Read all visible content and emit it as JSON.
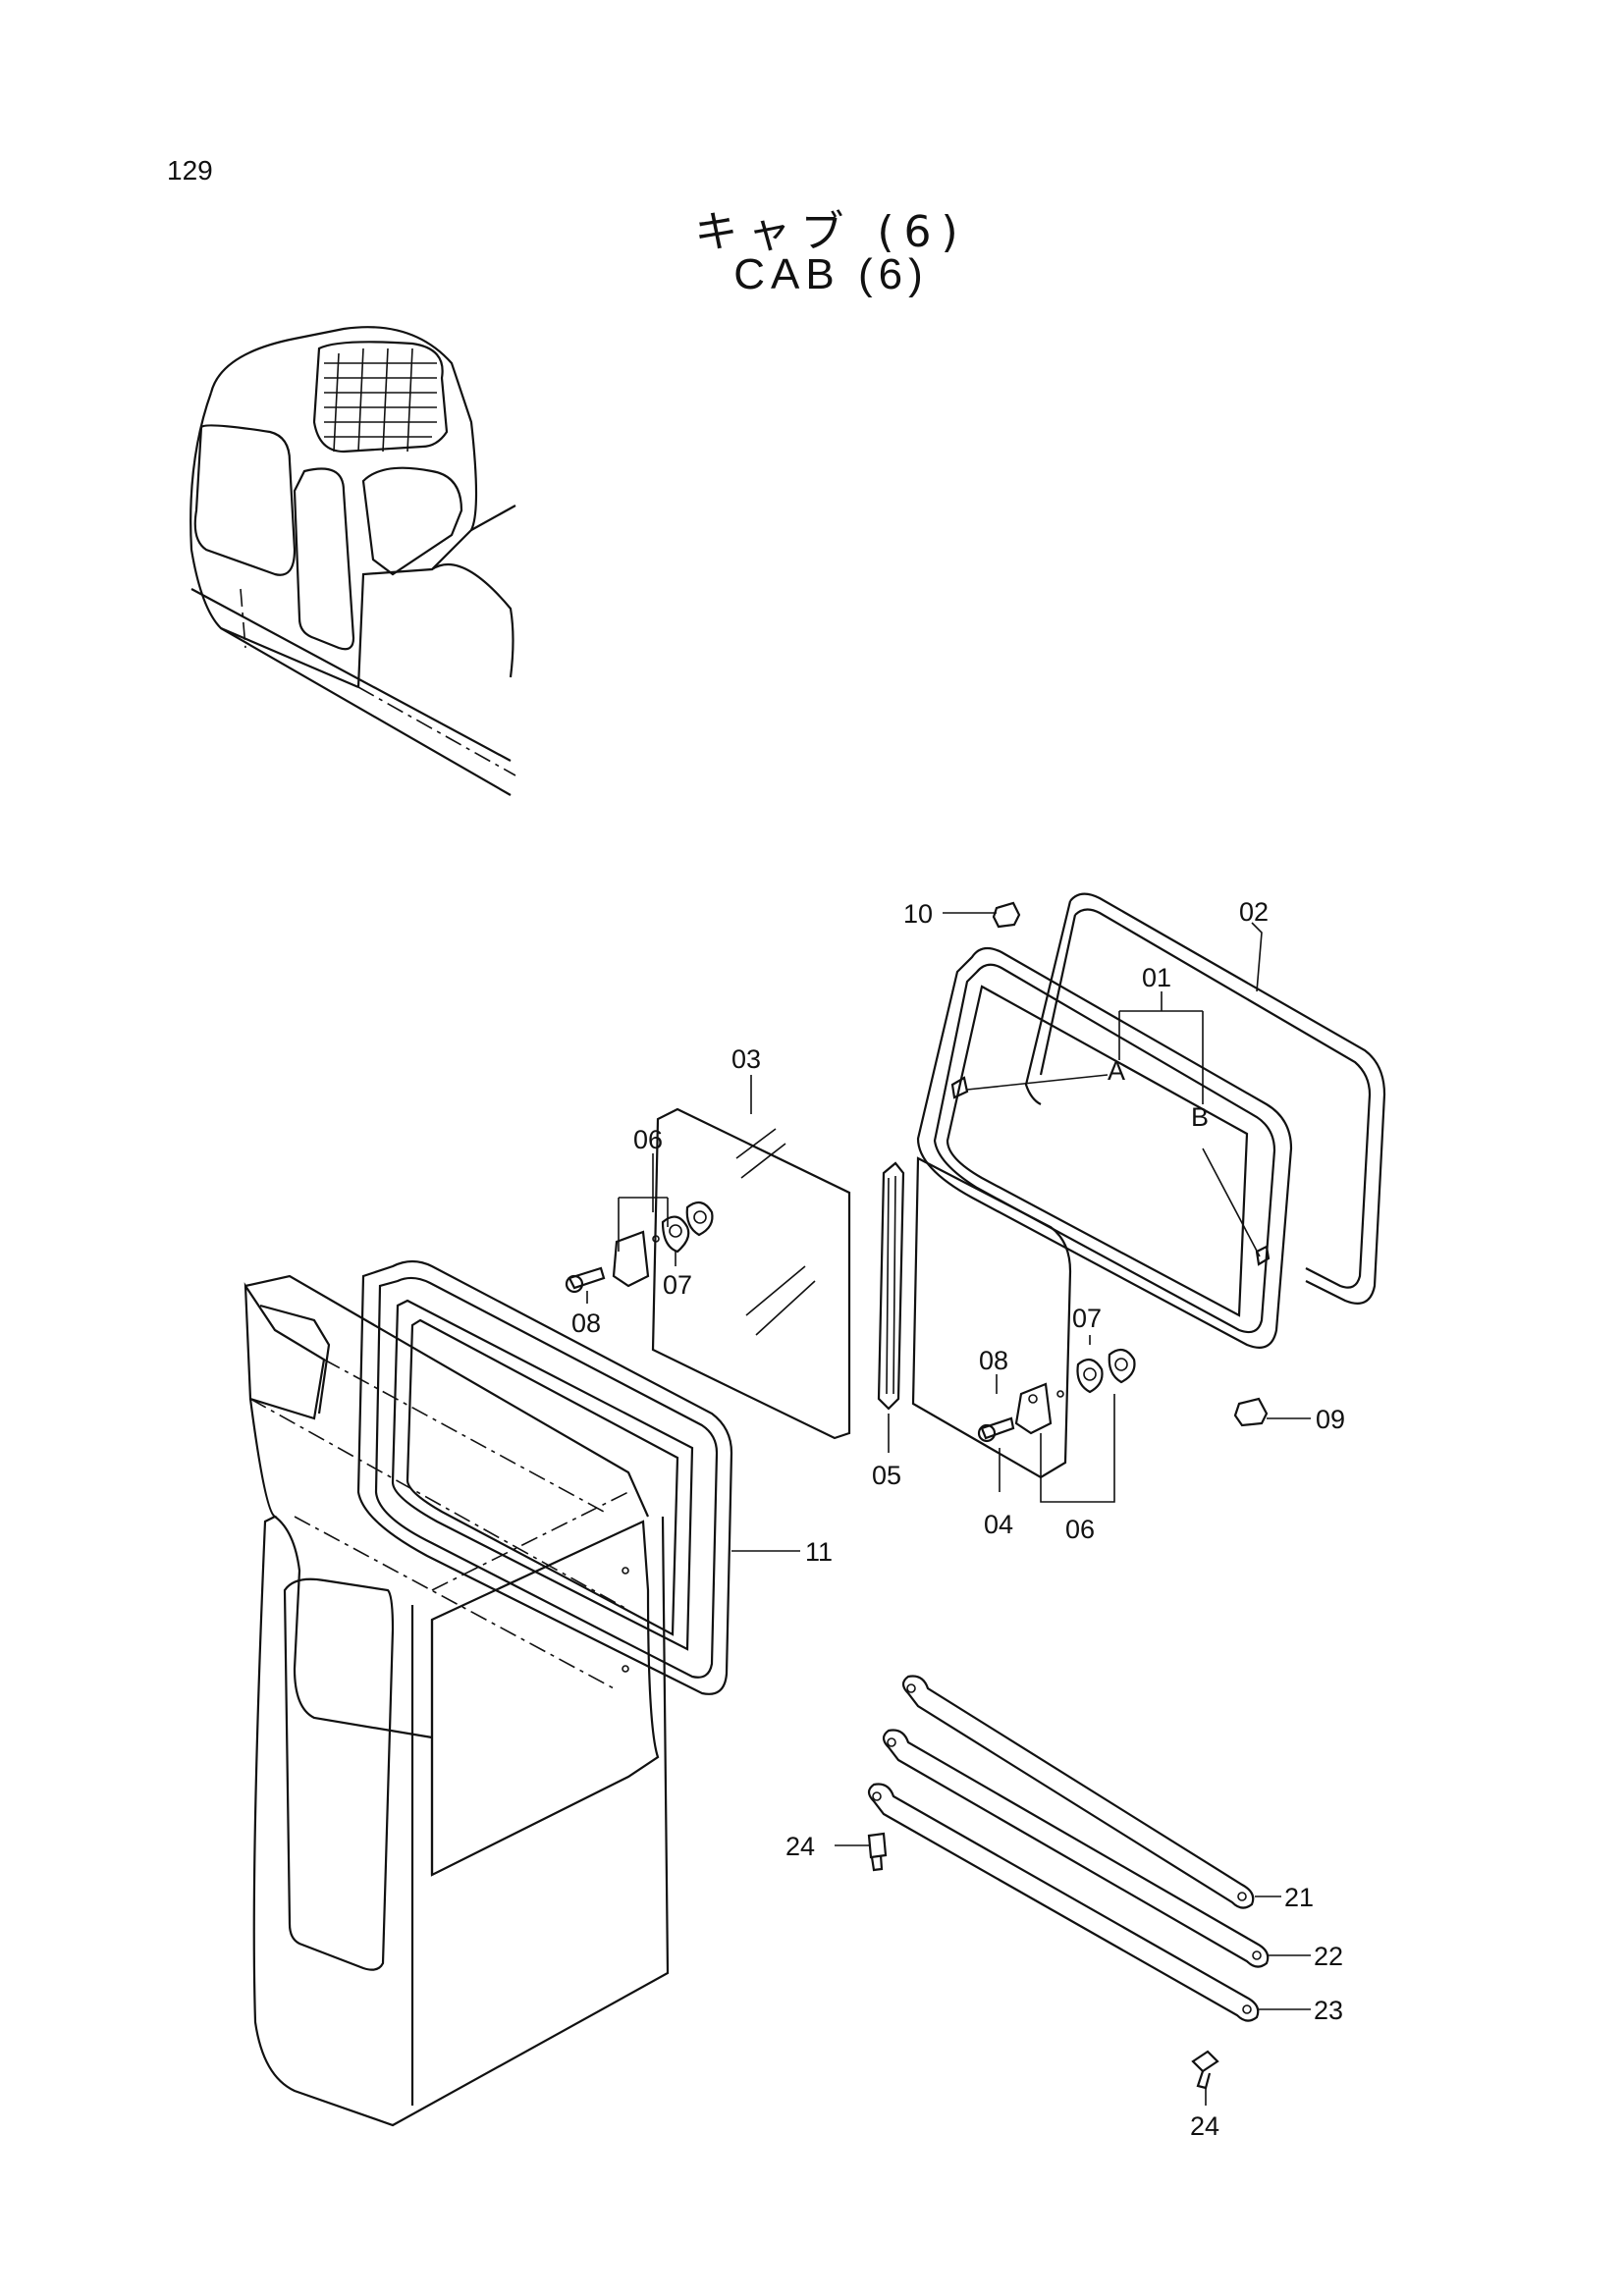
{
  "page_number": "129",
  "title_jp": "キャブ (6)",
  "title_en": "CAB (6)",
  "callouts": {
    "c01": "01",
    "c02": "02",
    "c03": "03",
    "c04": "04",
    "c05": "05",
    "c06a": "06",
    "c06b": "06",
    "c07a": "07",
    "c07b": "07",
    "c08a": "08",
    "c08b": "08",
    "c09": "09",
    "c10": "10",
    "c11": "11",
    "c21": "21",
    "c22": "22",
    "c23": "23",
    "c24a": "24",
    "c24b": "24",
    "cA": "A",
    "cB": "B"
  }
}
